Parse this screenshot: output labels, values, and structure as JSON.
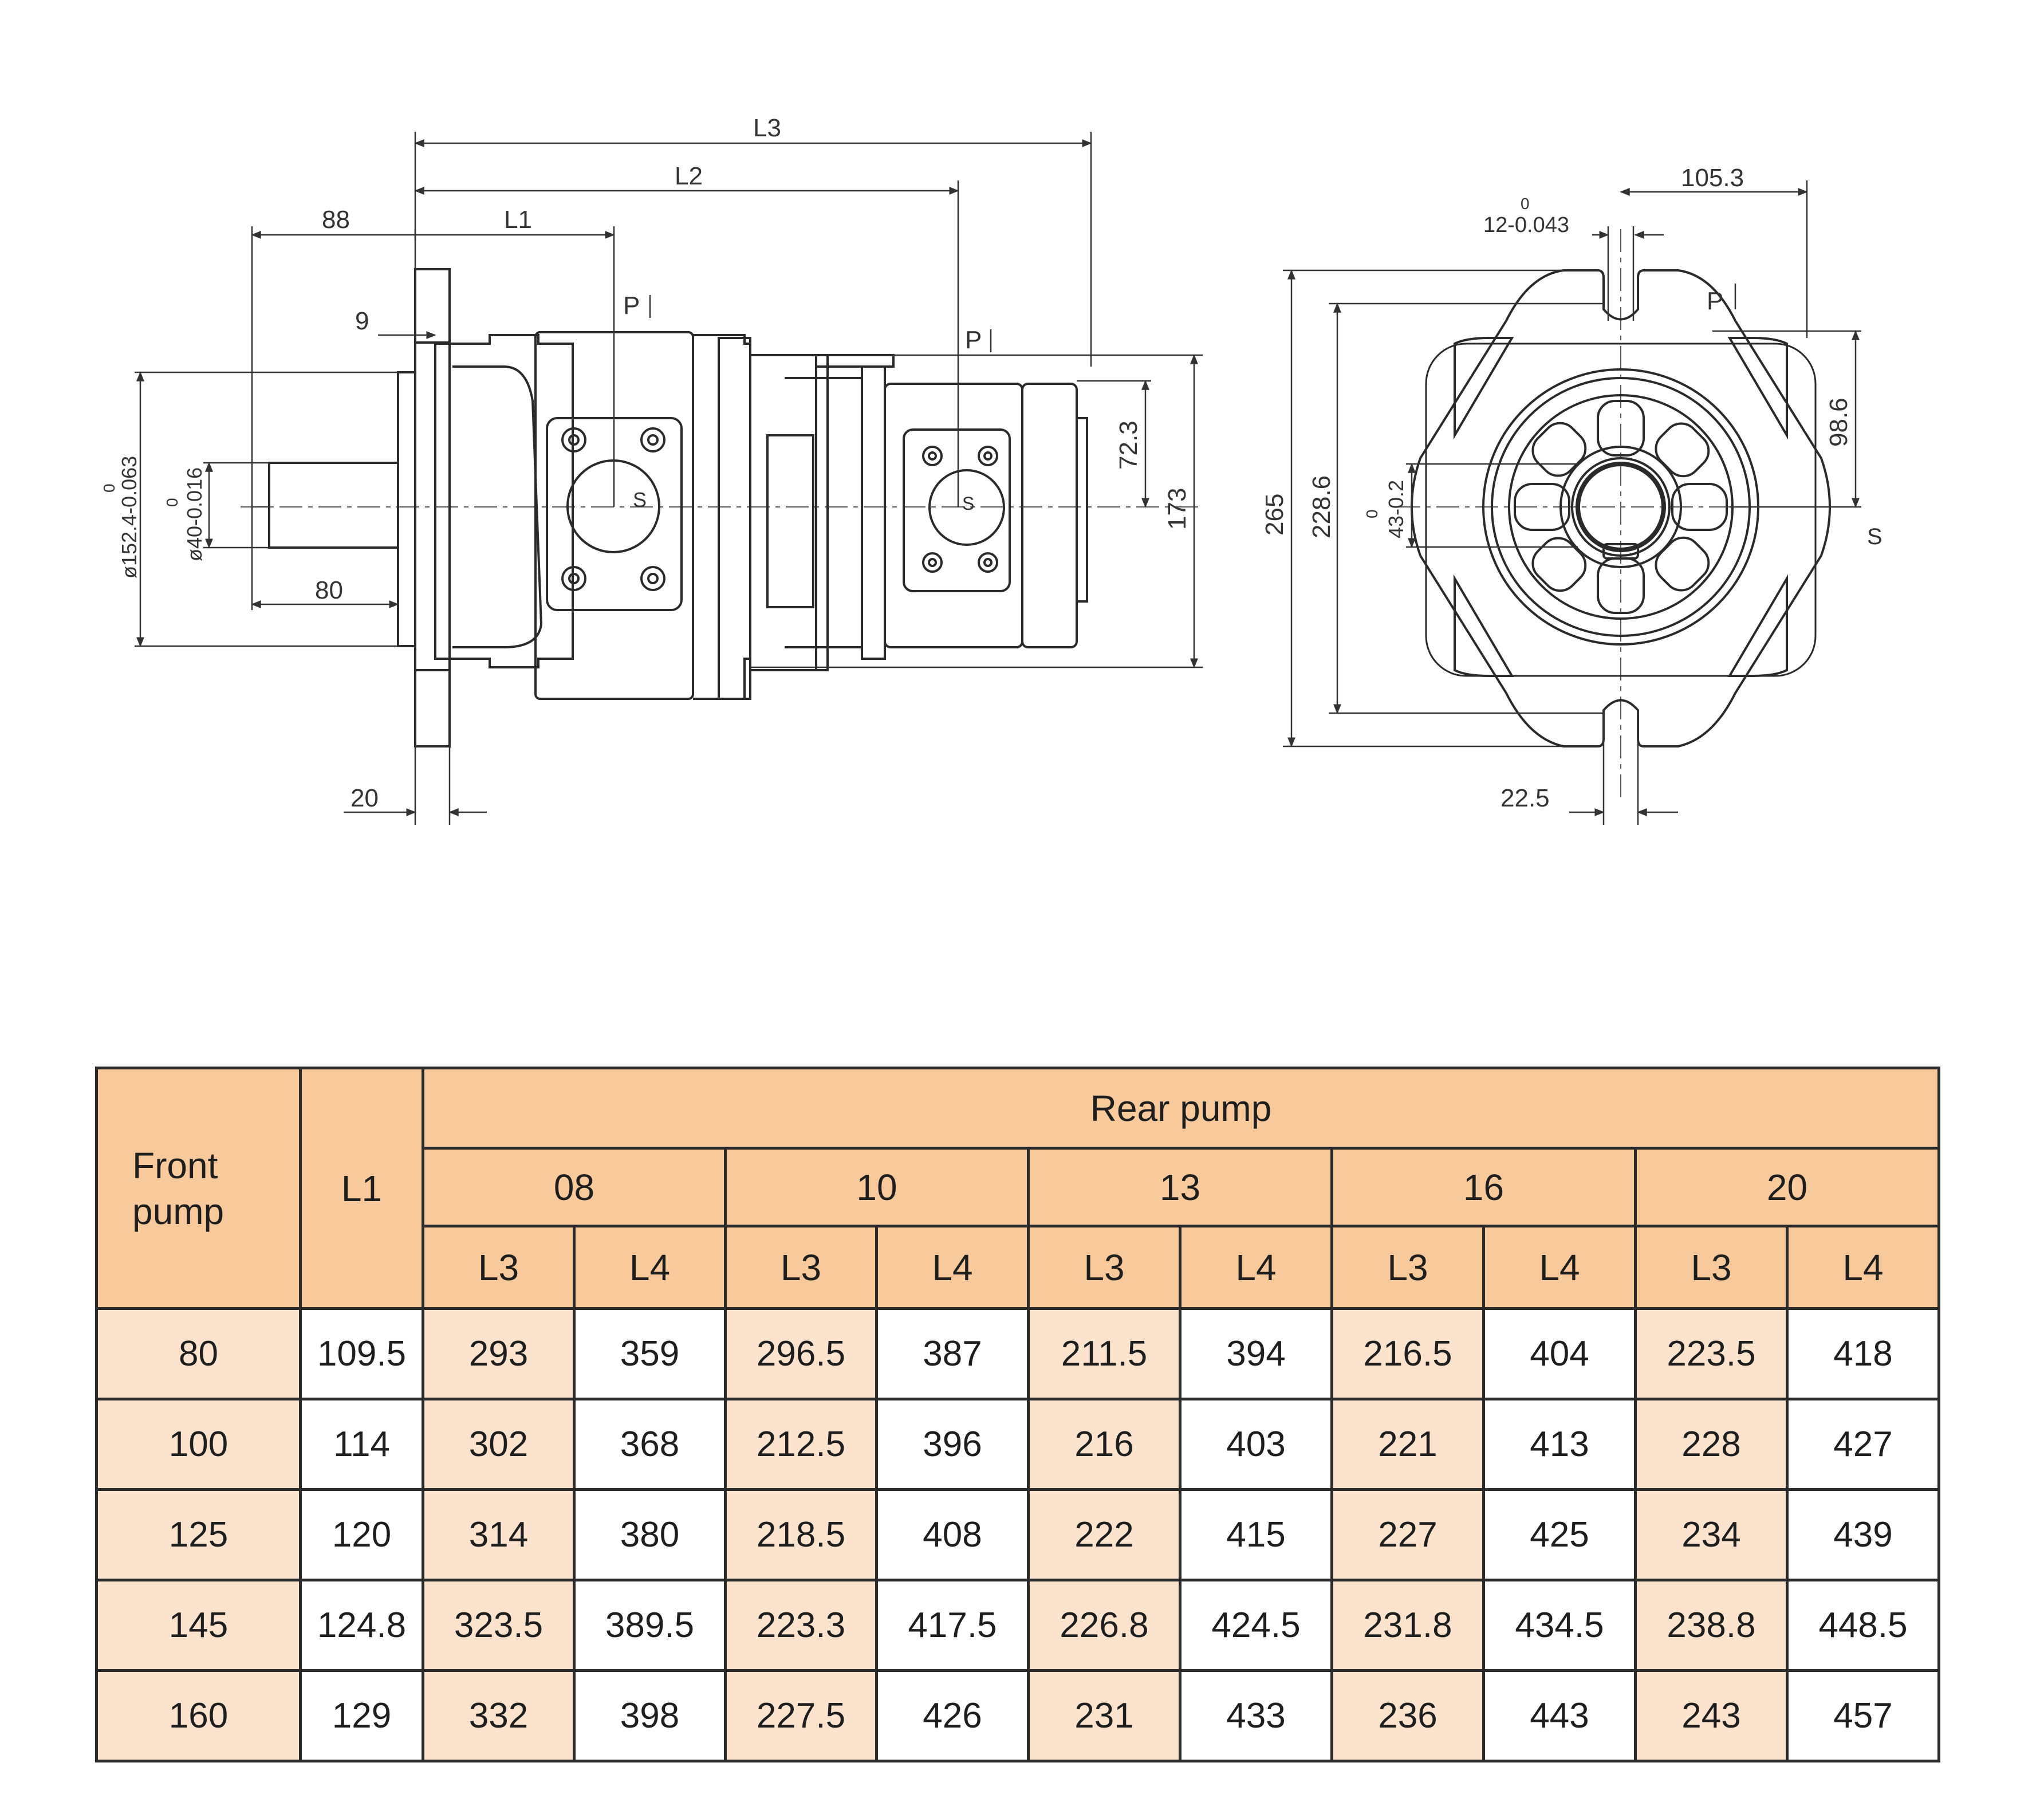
{
  "drawing": {
    "side_view": {
      "d88": "88",
      "d9": "9",
      "d80": "80",
      "d20": "20",
      "L1": "L1",
      "L2": "L2",
      "L3": "L3",
      "d72_3": "72.3",
      "d173": "173",
      "dia152": "ø152.4-0.063",
      "dia152_tol": "0",
      "dia40": "ø40-0.016",
      "dia40_tol": "0",
      "port_p1": "P",
      "port_p2": "P",
      "port_s1": "S",
      "port_s2": "S"
    },
    "end_view": {
      "d105_3": "105.3",
      "d12": "12-0.043",
      "d12_tol": "0",
      "d265": "265",
      "d228_6": "228.6",
      "d43": "43-0.2",
      "d43_tol": "0",
      "d98_6": "98.6",
      "d22_5": "22.5",
      "port_p": "P",
      "port_s": "S"
    }
  },
  "table": {
    "front_pump_header": "Front pump",
    "l1_header": "L1",
    "rear_pump_header": "Rear pump",
    "rear_sizes": [
      "08",
      "10",
      "13",
      "16",
      "20"
    ],
    "sub_headers": [
      "L3",
      "L4",
      "L3",
      "L4",
      "L3",
      "L4",
      "L3",
      "L4",
      "L3",
      "L4"
    ],
    "rows": [
      {
        "front": "80",
        "l1": "109.5",
        "values": [
          "293",
          "359",
          "296.5",
          "387",
          "211.5",
          "394",
          "216.5",
          "404",
          "223.5",
          "418"
        ]
      },
      {
        "front": "100",
        "l1": "114",
        "values": [
          "302",
          "368",
          "212.5",
          "396",
          "216",
          "403",
          "221",
          "413",
          "228",
          "427"
        ]
      },
      {
        "front": "125",
        "l1": "120",
        "values": [
          "314",
          "380",
          "218.5",
          "408",
          "222",
          "415",
          "227",
          "425",
          "234",
          "439"
        ]
      },
      {
        "front": "145",
        "l1": "124.8",
        "values": [
          "323.5",
          "389.5",
          "223.3",
          "417.5",
          "226.8",
          "424.5",
          "231.8",
          "434.5",
          "238.8",
          "448.5"
        ]
      },
      {
        "front": "160",
        "l1": "129",
        "values": [
          "332",
          "398",
          "227.5",
          "426",
          "231",
          "433",
          "236",
          "443",
          "243",
          "457"
        ]
      }
    ]
  }
}
